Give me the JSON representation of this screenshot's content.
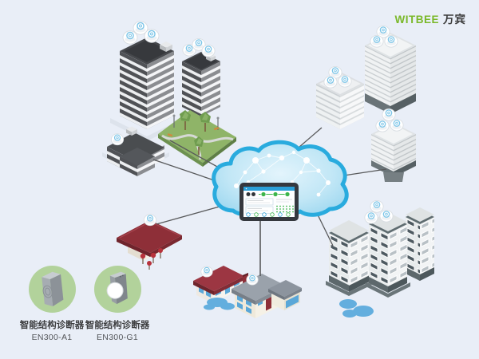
{
  "page": {
    "background": "#e9eef7"
  },
  "logo": {
    "brand_en": "WITBEE",
    "brand_cn": "万宾",
    "brand_color": "#7ab829",
    "cn_color": "#3b3b3b"
  },
  "legend": {
    "circle_color": "#b2d29b",
    "items": [
      {
        "device_name": "智能结构诊断器",
        "model": "EN300-A1",
        "icon": "diagnostic-device-oval-face-icon"
      },
      {
        "device_name": "智能结构诊断器",
        "model": "EN300-G1",
        "icon": "diagnostic-device-disc-face-icon"
      }
    ]
  },
  "colors": {
    "background": "#e9eef7",
    "cloud_stroke": "#29abde",
    "cloud_fill": "#bfe4f4",
    "connection_line": "#58595b",
    "status_green": "#3cb54a",
    "dashboard_blue": "#2a9fd8",
    "water_blue": "#63aede",
    "dark_building": "#54565a",
    "pavilion_red": "#8e2f38",
    "house_roof_red": "#9c3642",
    "park_green": "#8fb468"
  },
  "diagram": {
    "hub": {
      "name": "cloud-monitoring-network",
      "device": "dashboard-tablet"
    },
    "sensor_icon": "wireless-structure-sensor",
    "sites": [
      "office-towers-with-park",
      "low-rise-commercial-building",
      "striped-office-building",
      "high-rise-tower-upper",
      "high-rise-tower-lower",
      "apartment-complex-with-water",
      "red-roof-pavilion-with-lanterns",
      "suburban-houses-with-water"
    ]
  }
}
